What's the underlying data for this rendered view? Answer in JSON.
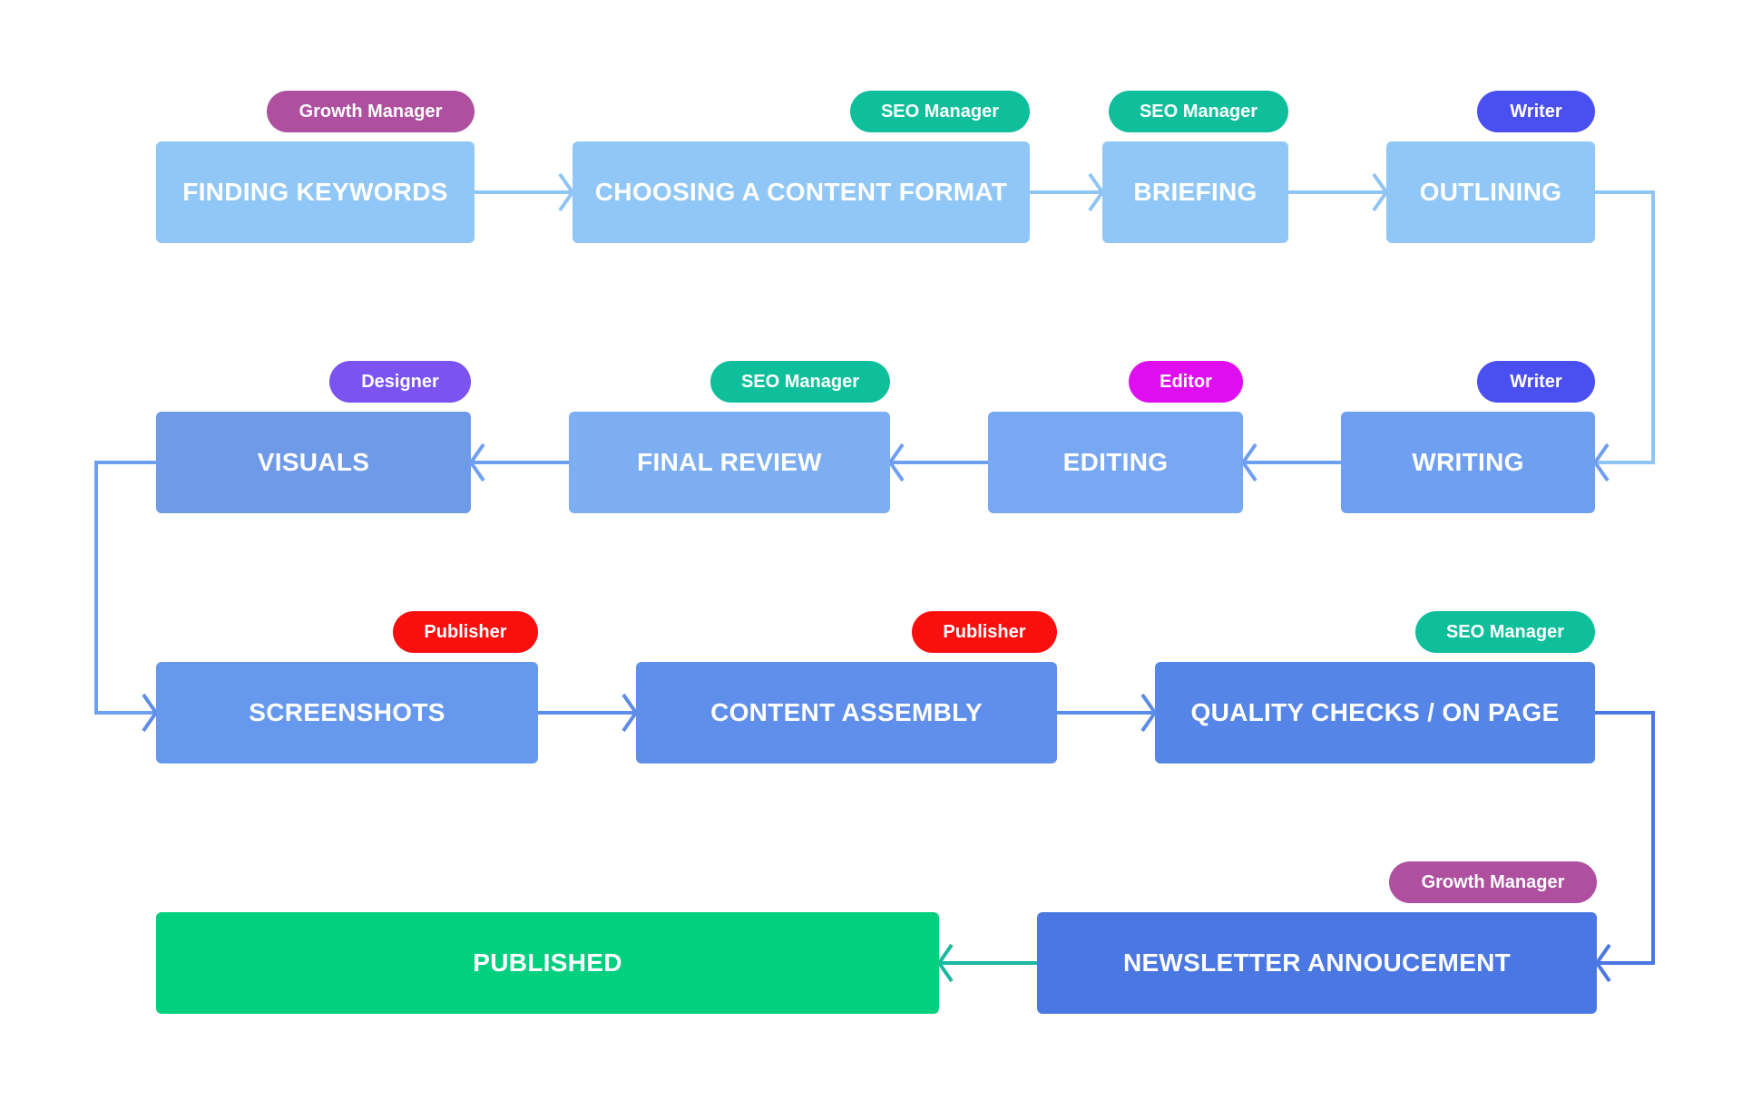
{
  "steps": [
    {
      "label": "FINDING KEYWORDS",
      "color": "#90c7f6"
    },
    {
      "label": "CHOOSING A CONTENT FORMAT",
      "color": "#90c7f6"
    },
    {
      "label": "BRIEFING",
      "color": "#90c7f6"
    },
    {
      "label": "OUTLINING",
      "color": "#90c7f6"
    },
    {
      "label": "WRITING",
      "color": "#6f9ff0"
    },
    {
      "label": "EDITING",
      "color": "#78a8f1"
    },
    {
      "label": "FINAL REVIEW",
      "color": "#7daef1"
    },
    {
      "label": "VISUALS",
      "color": "#6f9ae8"
    },
    {
      "label": "SCREENSHOTS",
      "color": "#6699ee"
    },
    {
      "label": "CONTENT ASSEMBLY",
      "color": "#5f8fea"
    },
    {
      "label": "QUALITY CHECKS / ON PAGE",
      "color": "#5585e6"
    },
    {
      "label": "NEWSLETTER ANNOUCEMENT",
      "color": "#4a77e2"
    },
    {
      "label": "PUBLISHED",
      "color": "#02d07f"
    }
  ],
  "roles": [
    {
      "label": "Growth Manager",
      "color": "#ae4fa0"
    },
    {
      "label": "SEO Manager",
      "color": "#0fbf9b"
    },
    {
      "label": "SEO Manager",
      "color": "#0fbf9b"
    },
    {
      "label": "Writer",
      "color": "#4a4ff2"
    },
    {
      "label": "Writer",
      "color": "#4a4ff2"
    },
    {
      "label": "Editor",
      "color": "#df0ef0"
    },
    {
      "label": "SEO Manager",
      "color": "#0fbf9b"
    },
    {
      "label": "Designer",
      "color": "#7a53f1"
    },
    {
      "label": "Publisher",
      "color": "#fa0f0f"
    },
    {
      "label": "Publisher",
      "color": "#fa0f0f"
    },
    {
      "label": "SEO Manager",
      "color": "#0fbf9b"
    },
    {
      "label": "Growth Manager",
      "color": "#ae4fa0"
    }
  ],
  "connector_colors": {
    "row1": "#8fc5f4",
    "row2": "#6f9ff0",
    "row3": "#5d8ce8",
    "row4": "#4a77e2",
    "final": "#19b8a0"
  }
}
